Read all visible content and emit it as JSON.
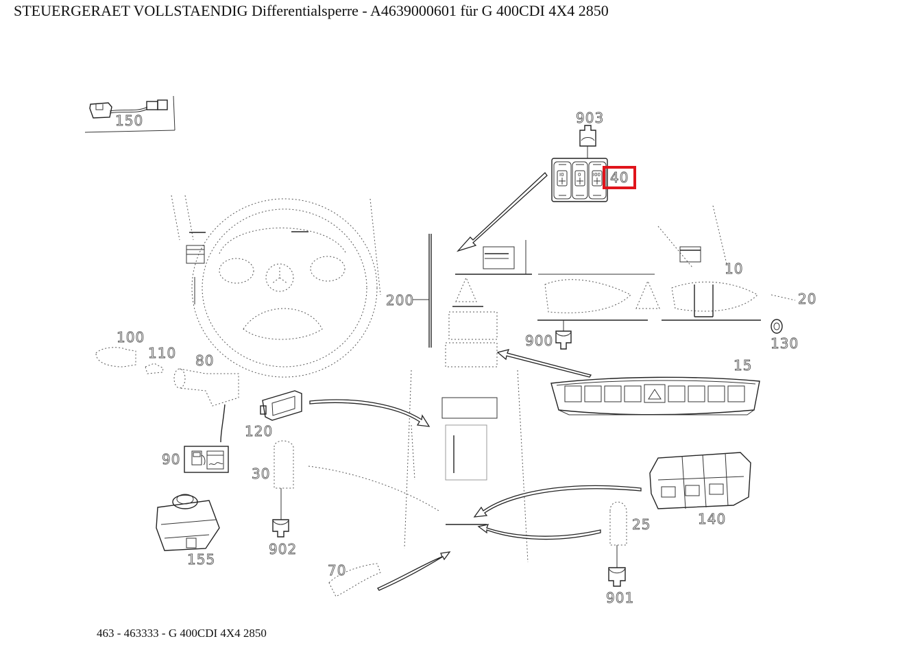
{
  "header": {
    "title": "STEUERGERAET VOLLSTAENDIG Differentialsperre - A4639000601 für G 400CDI 4X4 2850"
  },
  "footer": {
    "text": "463 - 463333 - G 400CDI 4X4 2850"
  },
  "diagram": {
    "highlight_color": "#e0141b",
    "selected_part": "40",
    "callouts": [
      {
        "id": "150",
        "label": "150",
        "highlighted": false
      },
      {
        "id": "903",
        "label": "903",
        "highlighted": false
      },
      {
        "id": "40",
        "label": "40",
        "highlighted": true
      },
      {
        "id": "10",
        "label": "10",
        "highlighted": false
      },
      {
        "id": "20",
        "label": "20",
        "highlighted": false
      },
      {
        "id": "200",
        "label": "200",
        "highlighted": false
      },
      {
        "id": "900",
        "label": "900",
        "highlighted": false
      },
      {
        "id": "130",
        "label": "130",
        "highlighted": false
      },
      {
        "id": "100",
        "label": "100",
        "highlighted": false
      },
      {
        "id": "110",
        "label": "110",
        "highlighted": false
      },
      {
        "id": "80",
        "label": "80",
        "highlighted": false
      },
      {
        "id": "15",
        "label": "15",
        "highlighted": false
      },
      {
        "id": "120",
        "label": "120",
        "highlighted": false
      },
      {
        "id": "90",
        "label": "90",
        "highlighted": false
      },
      {
        "id": "30",
        "label": "30",
        "highlighted": false
      },
      {
        "id": "140",
        "label": "140",
        "highlighted": false
      },
      {
        "id": "25",
        "label": "25",
        "highlighted": false
      },
      {
        "id": "155",
        "label": "155",
        "highlighted": false
      },
      {
        "id": "902",
        "label": "902",
        "highlighted": false
      },
      {
        "id": "70",
        "label": "70",
        "highlighted": false
      },
      {
        "id": "901",
        "label": "901",
        "highlighted": false
      }
    ],
    "switch_40_labels": [
      "I0",
      "0",
      "I00"
    ]
  }
}
